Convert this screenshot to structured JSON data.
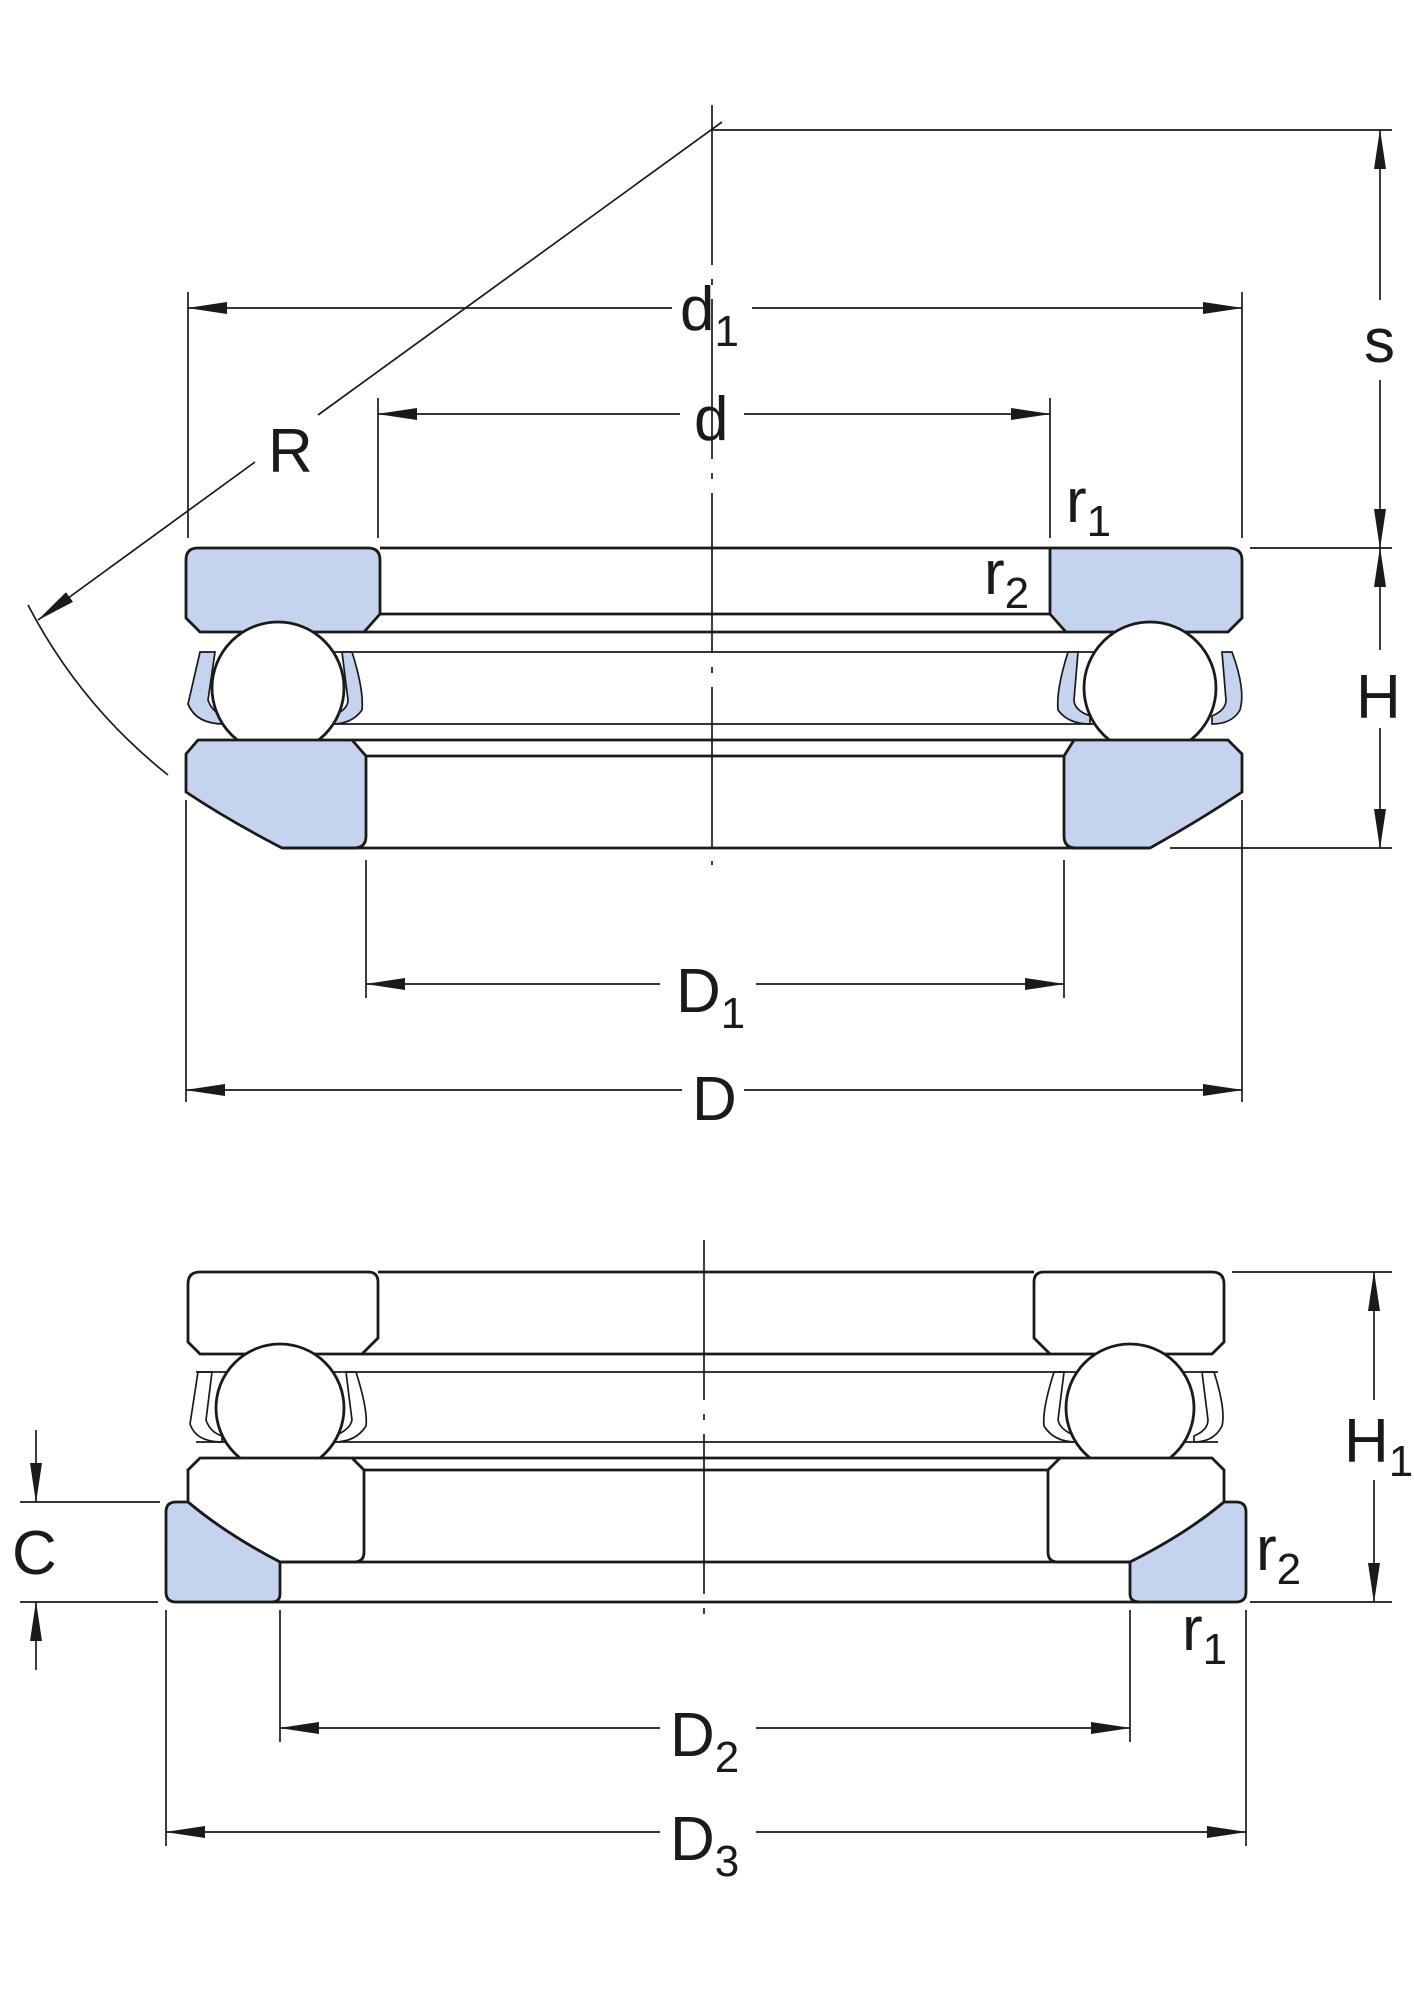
{
  "colors": {
    "highlight": "#c5d3ee",
    "line": "#1a1a1a",
    "background": "#ffffff"
  },
  "top_view": {
    "labels": {
      "R": "R",
      "d1": {
        "main": "d",
        "sub": "1"
      },
      "d": "d",
      "r1": {
        "main": "r",
        "sub": "1"
      },
      "r2": {
        "main": "r",
        "sub": "2"
      },
      "s": "s",
      "H": "H",
      "D1": {
        "main": "D",
        "sub": "1"
      },
      "D": "D"
    }
  },
  "bottom_view": {
    "labels": {
      "H1": {
        "main": "H",
        "sub": "1"
      },
      "C": "C",
      "r2": {
        "main": "r",
        "sub": "2"
      },
      "r1": {
        "main": "r",
        "sub": "1"
      },
      "D2": {
        "main": "D",
        "sub": "2"
      },
      "D3": {
        "main": "D",
        "sub": "3"
      }
    }
  }
}
